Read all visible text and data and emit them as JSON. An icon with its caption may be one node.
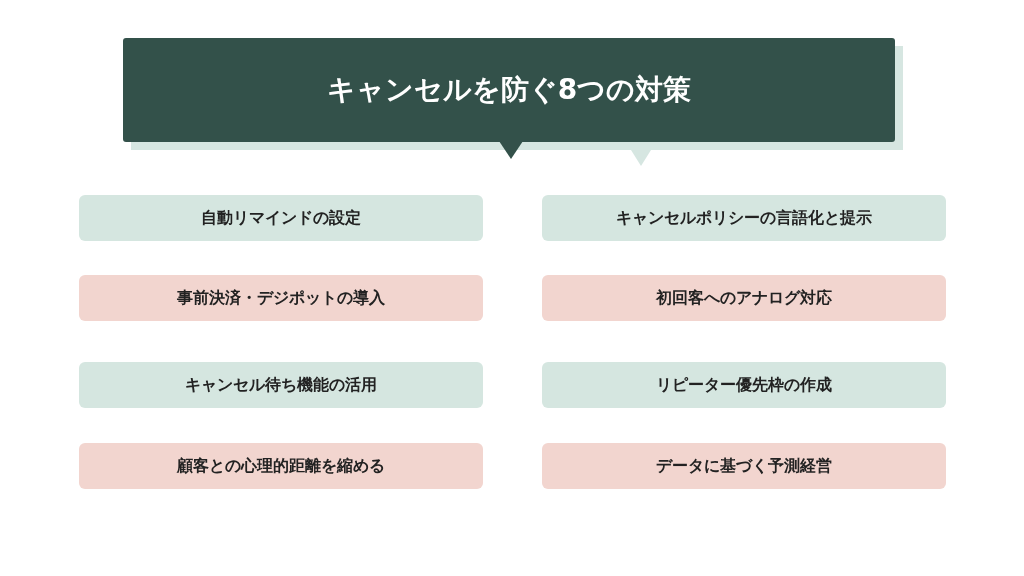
{
  "diagram": {
    "nodes": [
      {
        "text": [
          "キャンセルを防ぐ8つの対策"
        ]
      },
      {
        "text": [
          "自動リマインドの設定"
        ]
      },
      {
        "text": [
          "キャンセルポリシーの言語化と提示"
        ]
      },
      {
        "text": [
          "事前決済・デジポットの導入"
        ]
      },
      {
        "text": [
          "初回客へのアナログ対応"
        ]
      },
      {
        "text": [
          "キャンセル待ち機能の活用"
        ]
      },
      {
        "text": [
          "リピーター優先枠の作成"
        ]
      },
      {
        "text": [
          "顧客との心理的距離を縮める"
        ]
      },
      {
        "text": [
          "データに基づく予測経営"
        ]
      }
    ],
    "edges": []
  }
}
